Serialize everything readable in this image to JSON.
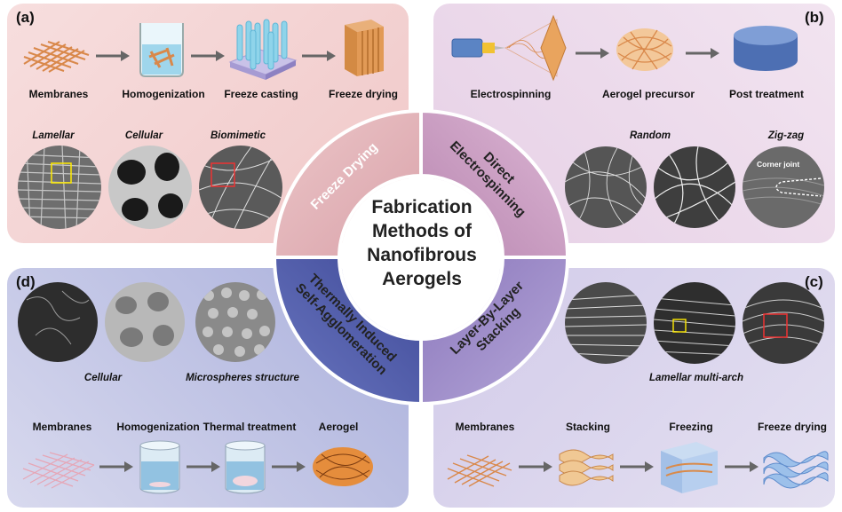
{
  "panels": {
    "a": {
      "label": "(a)",
      "steps": [
        "Membranes",
        "Homogenization",
        "Freeze casting",
        "Freeze drying"
      ],
      "sem_labels": [
        "Lamellar",
        "Cellular",
        "Biomimetic"
      ]
    },
    "b": {
      "label": "(b)",
      "steps": [
        "Electrospinning",
        "Aerogel precursor",
        "Post treatment"
      ],
      "sem_labels": [
        "Random",
        "Zig-zag"
      ],
      "annotation": "Corner joint"
    },
    "c": {
      "label": "(c)",
      "steps": [
        "Membranes",
        "Stacking",
        "Freezing",
        "Freeze drying"
      ],
      "sem_labels": [
        "Lamellar multi-arch"
      ]
    },
    "d": {
      "label": "(d)",
      "steps": [
        "Membranes",
        "Homogenization",
        "Thermal treatment",
        "Aerogel"
      ],
      "sem_labels": [
        "Cellular",
        "Microspheres structure"
      ]
    }
  },
  "center": {
    "title_lines": [
      "Fabrication",
      "Methods of",
      "Nanofibrous",
      "Aerogels"
    ]
  },
  "methods": {
    "freeze_drying": [
      "Freeze Drying"
    ],
    "electrospinning": [
      "Direct",
      "Electrospinning"
    ],
    "layer_stacking": [
      "Layer-By-Layer",
      "Stacking"
    ],
    "thermal": [
      "Thermally Induced",
      "Self-Agglomeration"
    ]
  },
  "colors": {
    "panel_a": "#f0c8c8",
    "panel_b": "#e6d0e6",
    "panel_c": "#d2cbe9",
    "panel_d": "#aab0dc",
    "seg_a": "#dcaab0",
    "seg_b": "#c490b8",
    "seg_c": "#9a86c4",
    "seg_d": "#4f5ca8",
    "fiber": "#d9884a"
  }
}
